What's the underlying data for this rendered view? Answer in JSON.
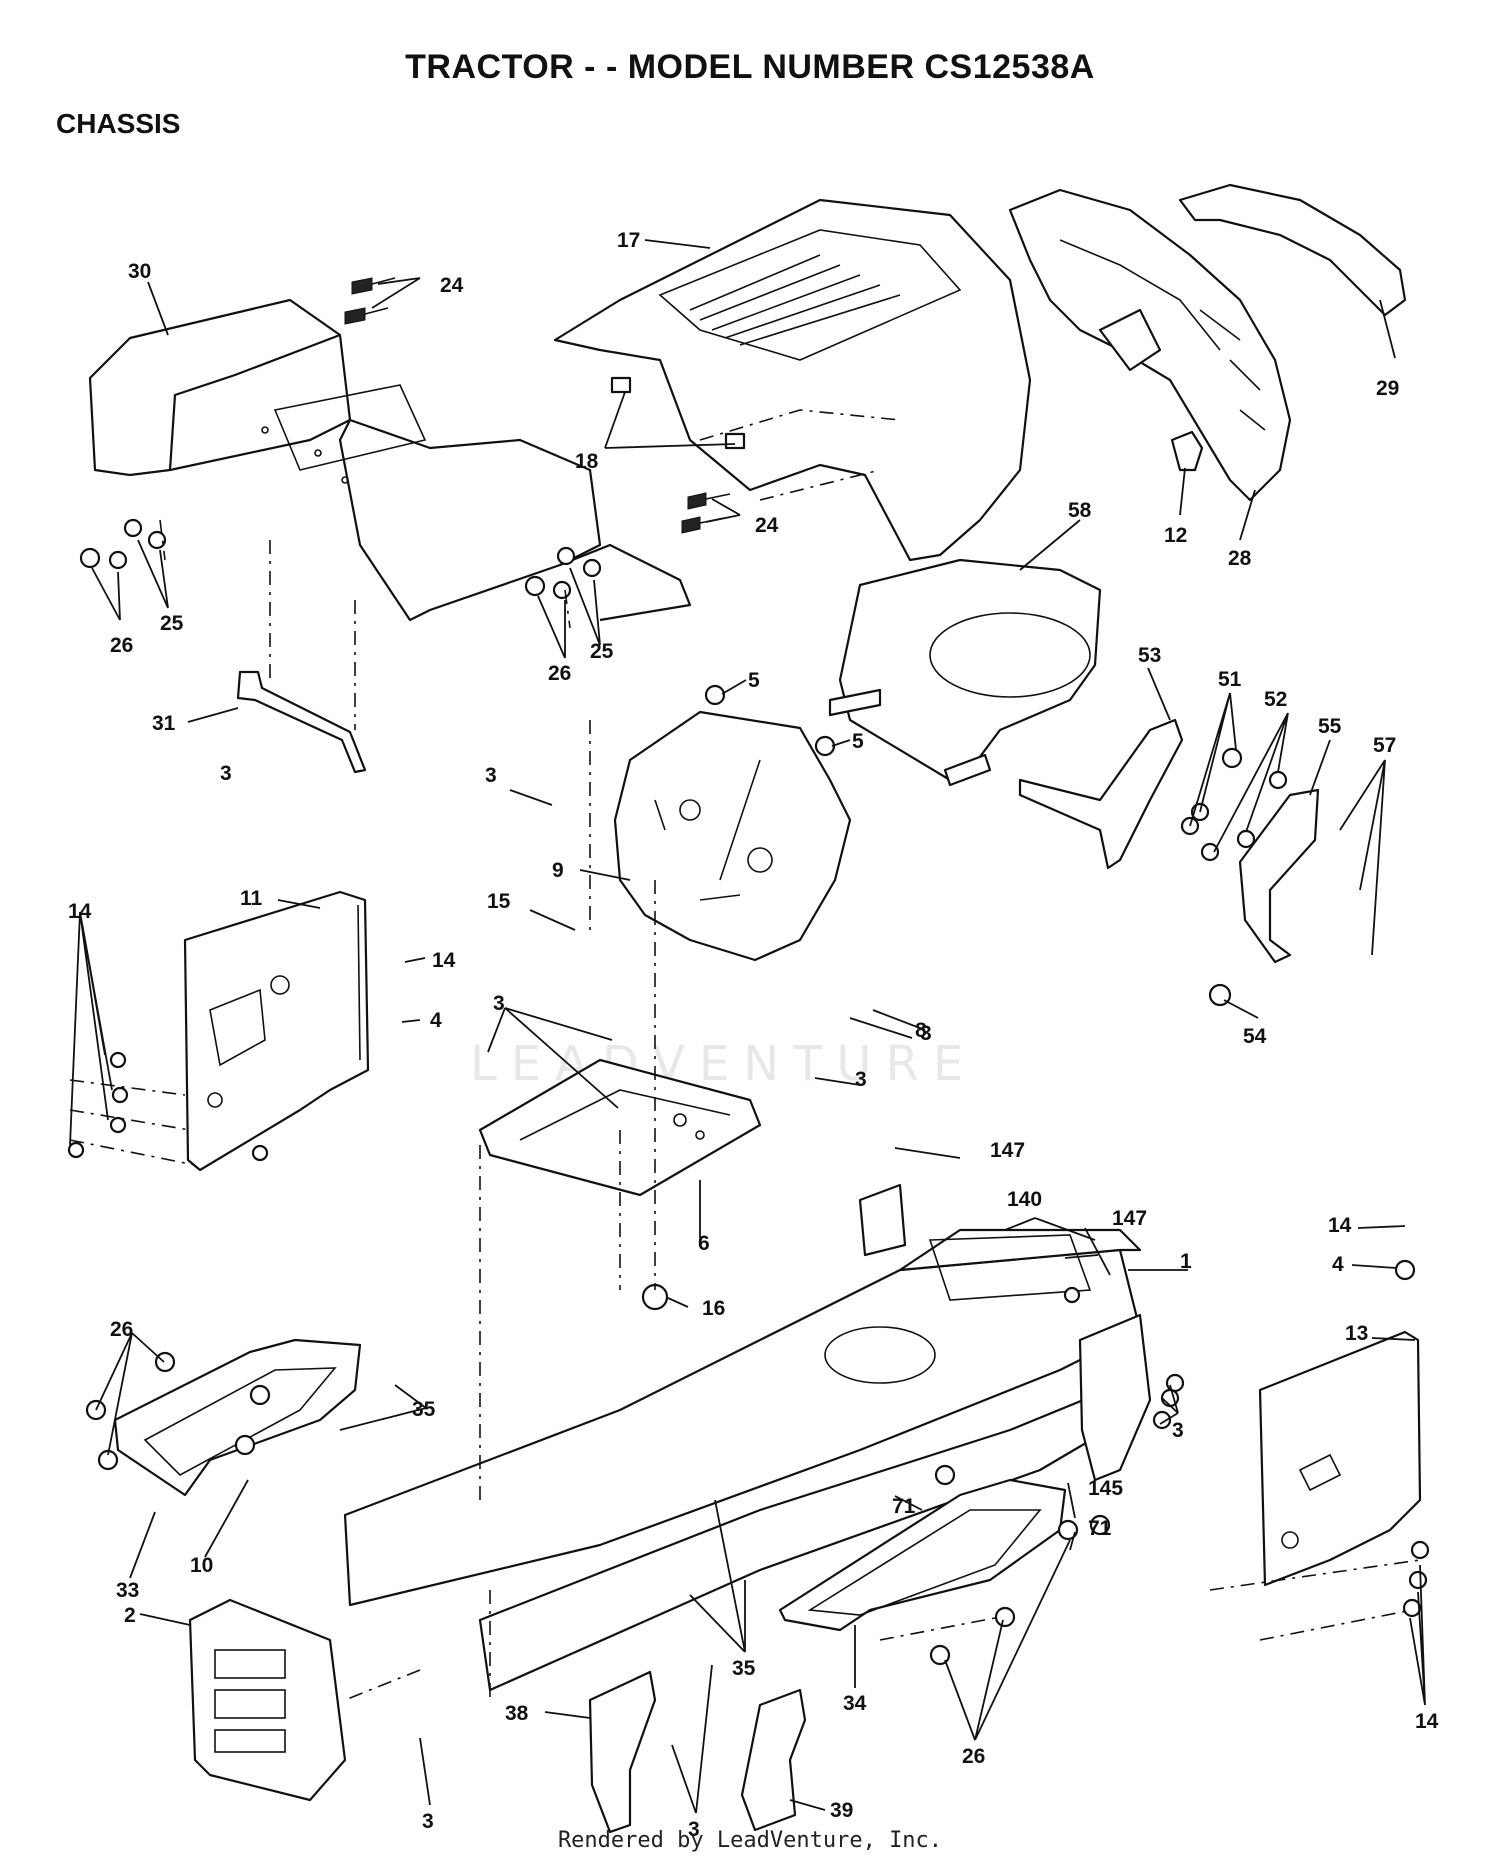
{
  "title": "TRACTOR - - MODEL NUMBER CS12538A",
  "section": "CHASSIS",
  "watermark": "LEADVENTURE",
  "footer": "Rendered by LeadVenture, Inc.",
  "callouts": [
    "30",
    "24",
    "17",
    "29",
    "18",
    "24",
    "12",
    "28",
    "58",
    "26",
    "25",
    "26",
    "25",
    "31",
    "5",
    "5",
    "53",
    "51",
    "52",
    "55",
    "57",
    "3",
    "3",
    "9",
    "15",
    "11",
    "14",
    "14",
    "4",
    "3",
    "54",
    "8",
    "3",
    "3",
    "147",
    "140",
    "147",
    "1",
    "14",
    "4",
    "13",
    "26",
    "16",
    "35",
    "6",
    "33",
    "10",
    "71",
    "145",
    "71",
    "3",
    "2",
    "35",
    "34",
    "26",
    "38",
    "3",
    "39",
    "3",
    "14"
  ]
}
